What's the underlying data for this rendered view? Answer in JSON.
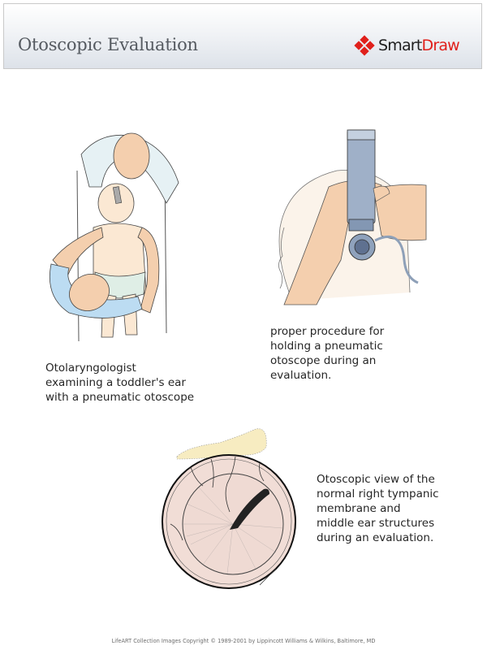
{
  "header": {
    "title": "Otoscopic Evaluation",
    "logo": {
      "icon": "smartdraw-diamond-icon",
      "text_primary": "Smart",
      "text_accent": "Draw",
      "accent_color": "#e0201b"
    }
  },
  "panels": [
    {
      "illustration": "toddler-ear-exam-illustration",
      "caption": "Otolaryngologist\nexamining a toddler's ear\nwith a pneumatic otoscope"
    },
    {
      "illustration": "otoscope-holding-illustration",
      "caption": "proper procedure for\nholding a pneumatic\notoscope during an\nevaluation."
    },
    {
      "illustration": "tympanic-membrane-illustration",
      "caption": "Otoscopic view of the\nnormal right tympanic\nmembrane and\nmiddle ear structures\nduring an evaluation."
    }
  ],
  "footer": {
    "copyright": "LifeART Collection Images Copyright © 1989-2001 by Lippincott Williams & Wilkins, Baltimore, MD"
  },
  "colors": {
    "skin": "#f4cfae",
    "gown": "#e6f1f4",
    "sleeve_blue": "#bcdcf2",
    "membrane": "#f1ddd6"
  }
}
